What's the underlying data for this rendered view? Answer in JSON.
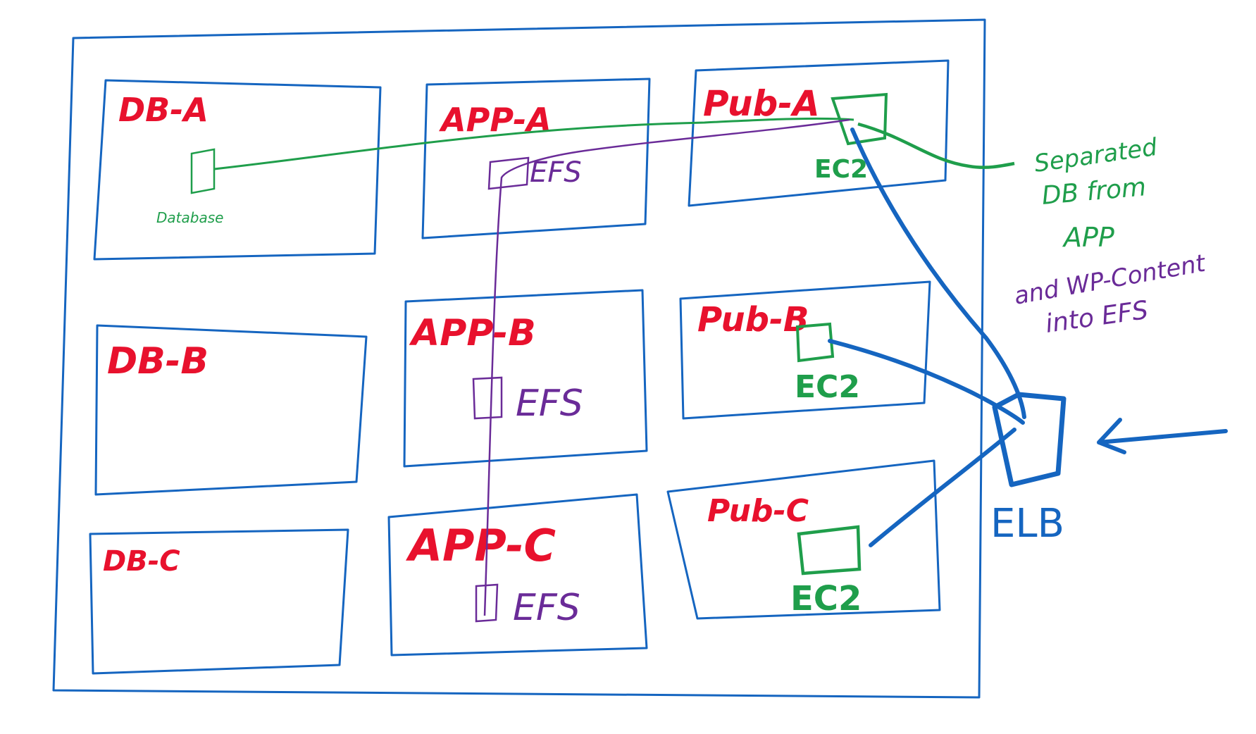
{
  "colors": {
    "boundary": "#1565c0",
    "subnet_label": "#e8112d",
    "database_link": "#1f9e4b",
    "efs_link": "#6a2b98",
    "elb_link": "#1565c0"
  },
  "subnets": {
    "db_a": "DB-A",
    "db_b": "DB-B",
    "db_c": "DB-C",
    "app_a": "APP-A",
    "app_b": "APP-B",
    "app_c": "APP-C",
    "pub_a": "Pub-A",
    "pub_b": "Pub-B",
    "pub_c": "Pub-C"
  },
  "nodes": {
    "database": "Database",
    "efs_a": "EFS",
    "efs_b": "EFS",
    "efs_c": "EFS",
    "ec2_a": "EC2",
    "ec2_b": "EC2",
    "ec2_c": "EC2",
    "elb": "ELB"
  },
  "notes": {
    "green_line1": "Separated",
    "green_line2": "DB from",
    "green_line3": "APP",
    "purple_line1": "and WP-Content",
    "purple_line2": "into EFS"
  }
}
